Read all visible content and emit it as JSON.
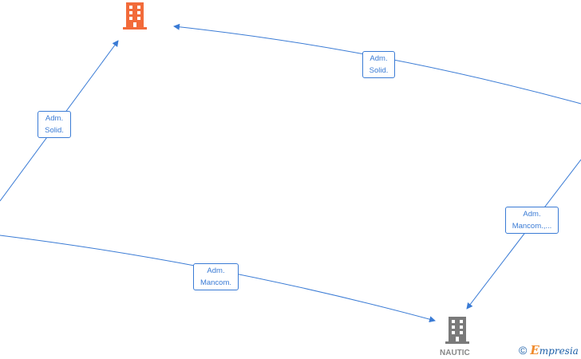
{
  "colors": {
    "edge": "#3a7bd5",
    "company_highlight": "#f26b3a",
    "company_default": "#7a7a7a"
  },
  "nodes": {
    "top_company": {
      "label": "",
      "icon": "building-icon"
    },
    "nautic": {
      "label": "NAUTIC",
      "icon": "building-icon"
    }
  },
  "edges": [
    {
      "line1": "Adm.",
      "line2": "Solid."
    },
    {
      "line1": "Adm.",
      "line2": "Solid."
    },
    {
      "line1": "Adm.",
      "line2": "Mancom.,..."
    },
    {
      "line1": "Adm.",
      "line2": "Mancom."
    }
  ],
  "watermark": {
    "copyright": "©",
    "brand_initial": "E",
    "brand_rest": "mpresia"
  }
}
